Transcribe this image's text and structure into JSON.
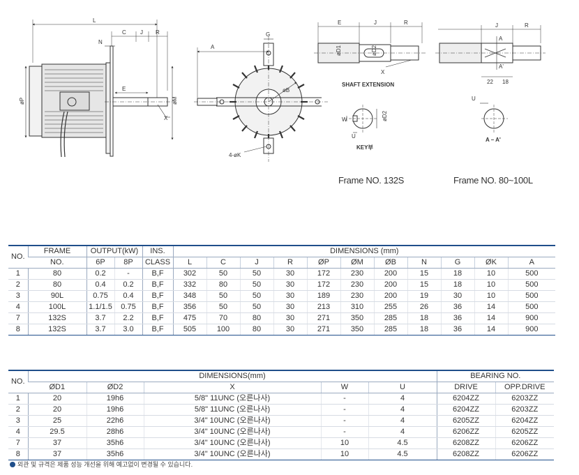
{
  "drawing": {
    "dim_labels": {
      "L": "L",
      "C": "C",
      "J": "J",
      "R": "R",
      "N": "N",
      "E": "E",
      "A": "A",
      "G": "G",
      "phiP": "øP",
      "phiM": "øM",
      "phiB": "øB",
      "X": "X",
      "K": "4-øK",
      "shaft_E": "E",
      "shaft_J": "J",
      "shaft_R": "R",
      "D1": "øD1",
      "D2": "øD2",
      "W": "W",
      "U": "U",
      "key": "KEY부",
      "shaft_extension": "SHAFT EXTENSION",
      "frame80_J": "J",
      "frame80_R": "R",
      "frame80_22": "22",
      "frame80_18": "18",
      "sectionA1": "A",
      "sectionA2": "A'",
      "section_label": "A – A'"
    },
    "captions": {
      "frame132": "Frame NO. 132S",
      "frame80": "Frame NO. 80~100L"
    }
  },
  "table1": {
    "headers": {
      "no": "NO.",
      "frame": "FRAME",
      "frame_sub": "NO.",
      "output": "OUTPUT(kW)",
      "p6": "6P",
      "p8": "8P",
      "ins": "INS.",
      "ins_sub": "CLASS",
      "dimensions": "DIMENSIONS (mm)",
      "cols": [
        "L",
        "C",
        "J",
        "R",
        "ØP",
        "ØM",
        "ØB",
        "N",
        "G",
        "ØK",
        "A"
      ]
    },
    "rows": [
      [
        "1",
        "80",
        "0.2",
        "-",
        "B,F",
        "302",
        "50",
        "50",
        "30",
        "172",
        "230",
        "200",
        "15",
        "18",
        "10",
        "500"
      ],
      [
        "2",
        "80",
        "0.4",
        "0.2",
        "B,F",
        "332",
        "80",
        "50",
        "30",
        "172",
        "230",
        "200",
        "15",
        "18",
        "10",
        "500"
      ],
      [
        "3",
        "90L",
        "0.75",
        "0.4",
        "B,F",
        "348",
        "50",
        "50",
        "30",
        "189",
        "230",
        "200",
        "19",
        "30",
        "10",
        "500"
      ],
      [
        "4",
        "100L",
        "1.1/1.5",
        "0.75",
        "B,F",
        "356",
        "50",
        "50",
        "30",
        "213",
        "310",
        "255",
        "26",
        "36",
        "14",
        "500"
      ],
      [
        "7",
        "132S",
        "3.7",
        "2.2",
        "B,F",
        "475",
        "70",
        "80",
        "30",
        "271",
        "350",
        "285",
        "18",
        "36",
        "14",
        "900"
      ],
      [
        "8",
        "132S",
        "3.7",
        "3.0",
        "B,F",
        "505",
        "100",
        "80",
        "30",
        "271",
        "350",
        "285",
        "18",
        "36",
        "14",
        "900"
      ]
    ]
  },
  "table2": {
    "headers": {
      "no": "NO.",
      "dimensions": "DIMENSIONS(mm)",
      "bearing": "BEARING NO.",
      "cols": [
        "ØD1",
        "ØD2",
        "X",
        "W",
        "U",
        "DRIVE",
        "OPP.DRIVE"
      ]
    },
    "rows": [
      [
        "1",
        "20",
        "19h6",
        "5/8\" 11UNC (오른나사)",
        "-",
        "4",
        "6204ZZ",
        "6203ZZ"
      ],
      [
        "2",
        "20",
        "19h6",
        "5/8\" 11UNC (오른나사)",
        "-",
        "4",
        "6204ZZ",
        "6203ZZ"
      ],
      [
        "3",
        "25",
        "22h6",
        "3/4\" 10UNC (오른나사)",
        "-",
        "4",
        "6205ZZ",
        "6204ZZ"
      ],
      [
        "4",
        "29.5",
        "28h6",
        "3/4\" 10UNC (오른나사)",
        "-",
        "4",
        "6206ZZ",
        "6205ZZ"
      ],
      [
        "7",
        "37",
        "35h6",
        "3/4\" 10UNC (오른나사)",
        "10",
        "4.5",
        "6208ZZ",
        "6206ZZ"
      ],
      [
        "8",
        "37",
        "35h6",
        "3/4\" 10UNC (오른나사)",
        "10",
        "4.5",
        "6208ZZ",
        "6206ZZ"
      ]
    ]
  },
  "note": {
    "bullet": "●",
    "text": "외관 및 규격은 제품 성능 개선을 위해 예고없이 변경될 수 있습니다."
  },
  "colors": {
    "accent": "#1f4e8a",
    "line": "#333333"
  }
}
